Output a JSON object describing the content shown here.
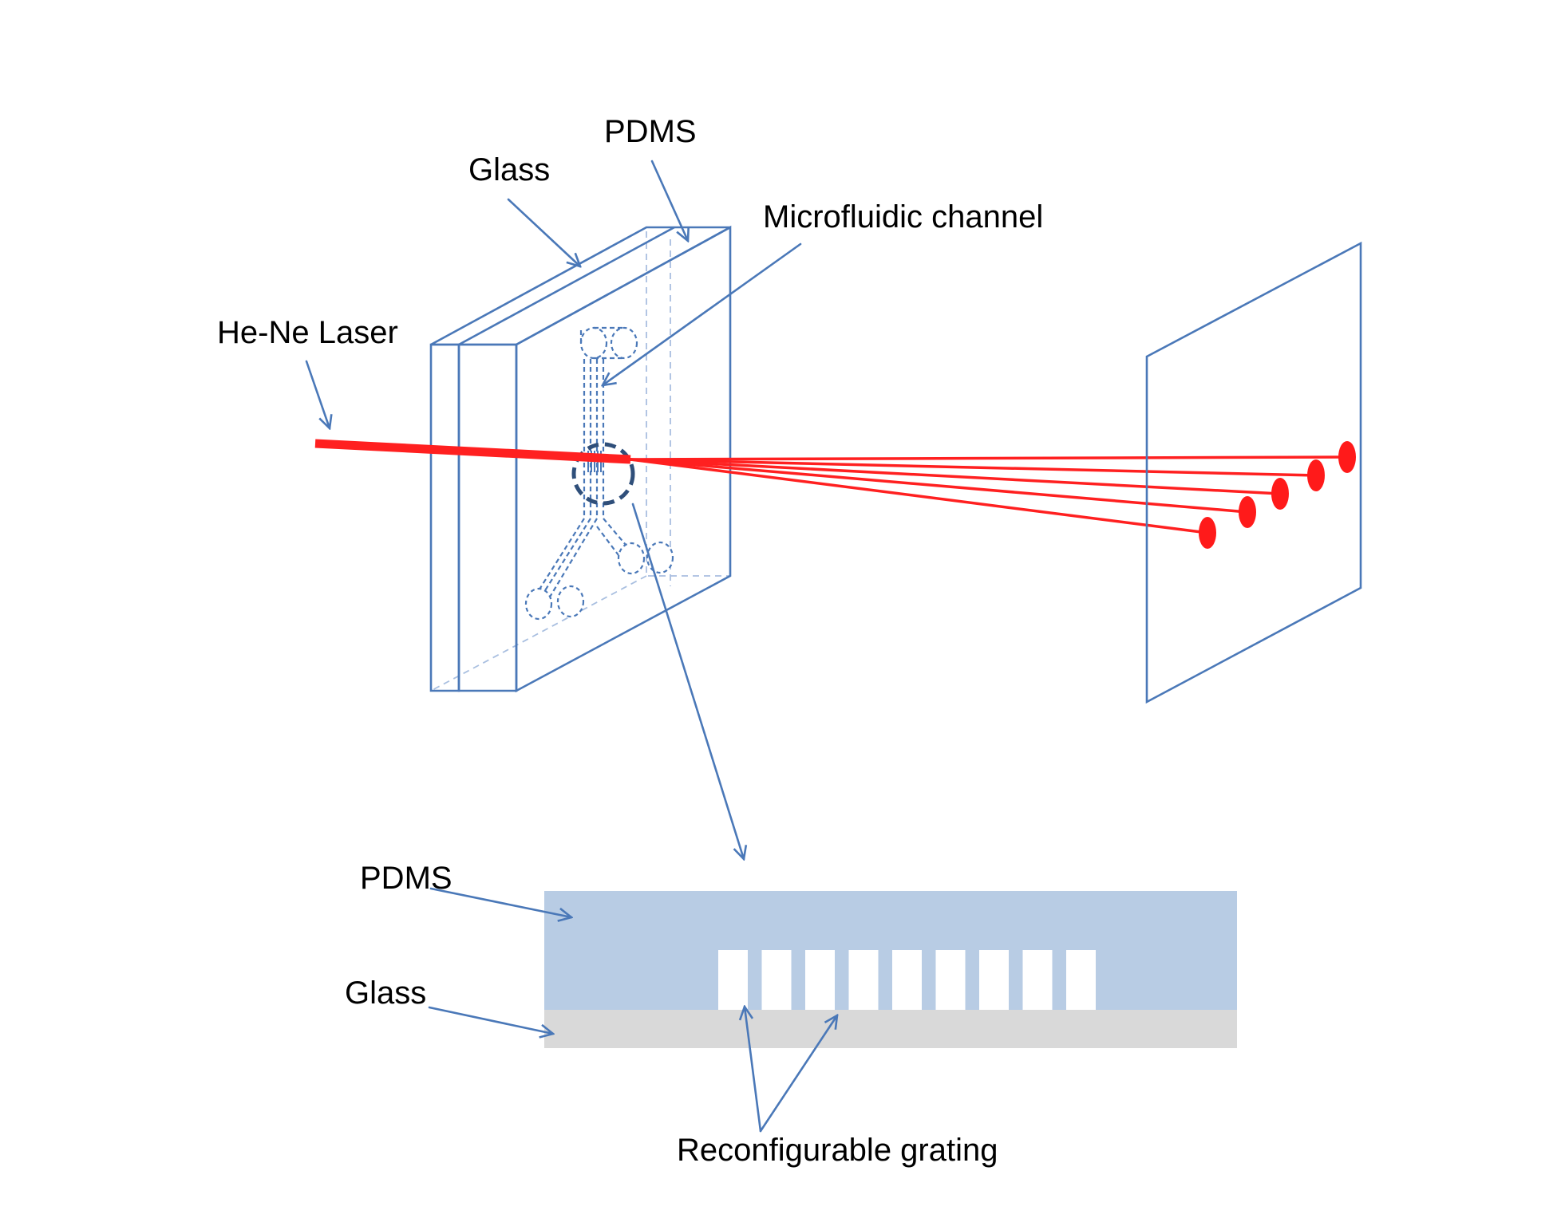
{
  "labels": {
    "pdms_top": "PDMS",
    "glass_top": "Glass",
    "microfluidic_channel": "Microfluidic channel",
    "laser": "He-Ne Laser",
    "pdms_bottom": "PDMS",
    "glass_bottom": "Glass",
    "grating": "Reconfigurable grating"
  },
  "colors": {
    "outline": "#4a78b8",
    "beam": "#ff2020",
    "pdms_fill": "#b8cce4",
    "glass_fill": "#d9d9d9",
    "slot_fill": "#ffffff"
  },
  "diffraction_orders": 5,
  "grating_slots": 9
}
